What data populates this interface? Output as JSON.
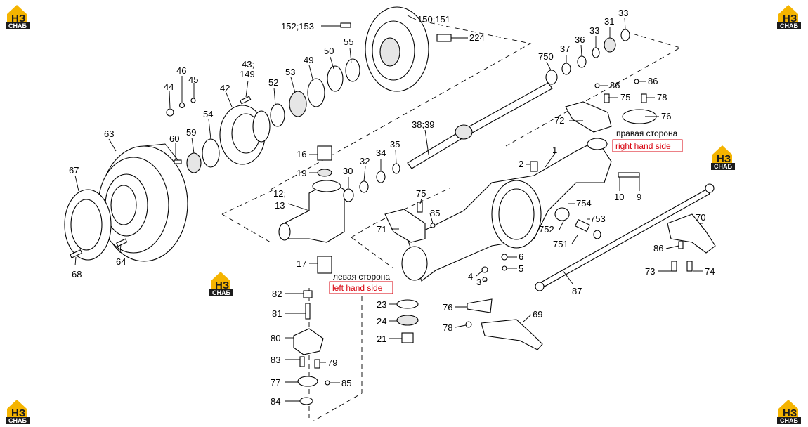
{
  "colors": {
    "accent_red": "#d8000c",
    "logo_yellow": "#f5b400",
    "ink": "#000000"
  },
  "logo": {
    "mark": "НЗ",
    "text": "СНАБ"
  },
  "sides": {
    "right_ru": "правая сторона",
    "right_en": "right hand side",
    "left_ru": "левая сторона",
    "left_en": "left hand side"
  },
  "callouts": {
    "c150_151": "150;151",
    "c152_153": "152;153",
    "c224": "224",
    "c55": "55",
    "c50": "50",
    "c49": "49",
    "c53": "53",
    "c52": "52",
    "c43_149_a": "43;",
    "c43_149_b": "149",
    "c42": "42",
    "c46": "46",
    "c45": "45",
    "c44": "44",
    "c54": "54",
    "c60": "60",
    "c59": "59",
    "c63": "63",
    "c67": "67",
    "c68": "68",
    "c64": "64",
    "c16": "16",
    "c19": "19",
    "c12_a": "12;",
    "c13": "13",
    "c17": "17",
    "c30": "30",
    "c32": "32",
    "c34": "34",
    "c35": "35",
    "c38_39": "38;39",
    "c750": "750",
    "c37": "37",
    "c36": "36",
    "c33a": "33",
    "c31": "31",
    "c33b": "33",
    "c86a": "86",
    "c86b": "86",
    "c75a": "75",
    "c78a": "78",
    "c72": "72",
    "c76a": "76",
    "c1": "1",
    "c2": "2",
    "c10": "10",
    "c9": "9",
    "c75b": "75",
    "c85a": "85",
    "c71": "71",
    "c754": "754",
    "c753": "753",
    "c752": "752",
    "c751": "751",
    "c6": "6",
    "c5": "5",
    "c4": "4",
    "c3": "3",
    "c87": "87",
    "c70": "70",
    "c86c": "86",
    "c73": "73",
    "c74": "74",
    "c23": "23",
    "c24": "24",
    "c21": "21",
    "c76b": "76",
    "c78b": "78",
    "c69": "69",
    "c82": "82",
    "c81": "81",
    "c80": "80",
    "c83": "83",
    "c79": "79",
    "c77": "77",
    "c85b": "85",
    "c84": "84"
  }
}
